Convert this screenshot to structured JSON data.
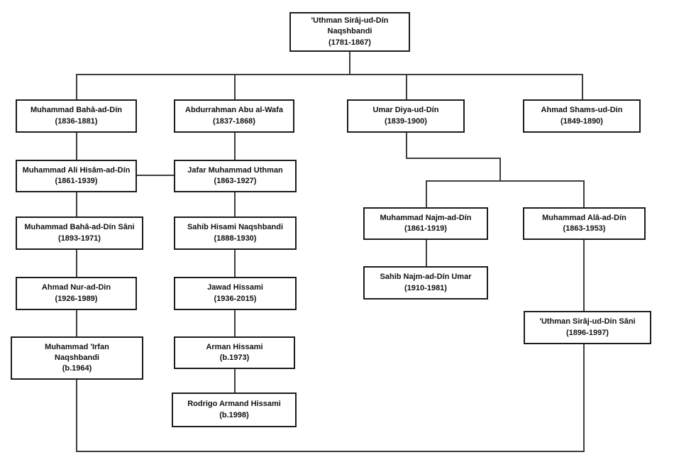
{
  "diagram": {
    "type": "family-tree",
    "background_color": "#ffffff",
    "box_border_color": "#1c1c1c",
    "line_color": "#3d3d3d",
    "text_color": "#111111",
    "nodes": {
      "uthman_siraj": {
        "name": "'Uthman Sirâj-ud-Dín Naqshbandi",
        "years": "(1781-1867)"
      },
      "baha_ad_din": {
        "name": "Muhammad Bahâ-ad-Dín",
        "years": "(1836-1881)"
      },
      "abdurrahman": {
        "name": "Abdurrahman Abu al-Wafa",
        "years": "(1837-1868)"
      },
      "umar_diya": {
        "name": "Umar Diya-ud-Dín",
        "years": "(1839-1900)"
      },
      "ahmad_shams": {
        "name": "Ahmad Shams-ud-Din",
        "years": "(1849-1890)"
      },
      "ali_hisam": {
        "name": "Muhammad Ali Hisâm-ad-Dín",
        "years": "(1861-1939)"
      },
      "jafar": {
        "name": "Jafar Muhammad Uthman",
        "years": "(1863-1927)"
      },
      "baha_sani": {
        "name": "Muhammad Bahâ-ad-Dín Sâni",
        "years": "(1893-1971)"
      },
      "sahib_hisami": {
        "name": "Sahib Hisami Naqshbandi",
        "years": "(1888-1930)"
      },
      "najm_ad_din": {
        "name": "Muhammad Najm-ad-Dín",
        "years": "(1861-1919)"
      },
      "ala_ad_din": {
        "name": "Muhammad Alâ-ad-Dín",
        "years": "(1863-1953)"
      },
      "ahmad_nur": {
        "name": "Ahmad Nur-ad-Din",
        "years": "(1926-1989)"
      },
      "jawad": {
        "name": "Jawad Hissami",
        "years": "(1936-2015)"
      },
      "sahib_najm": {
        "name": "Sahib Najm-ad-Dín Umar",
        "years": "(1910-1981)"
      },
      "irfan": {
        "name": "Muhammad 'Irfan Naqshbandi",
        "years": "(b.1964)"
      },
      "arman": {
        "name": "Arman Hissami",
        "years": "(b.1973)"
      },
      "uthman_sani": {
        "name": "'Uthman Sirâj-ud-Dín Sâni",
        "years": "(1896-1997)"
      },
      "rodrigo": {
        "name": "Rodrigo Armand Hissami",
        "years": "(b.1998)"
      }
    },
    "edges": [
      {
        "from": "uthman_siraj",
        "to": "baha_ad_din",
        "kind": "parent-child"
      },
      {
        "from": "uthman_siraj",
        "to": "abdurrahman",
        "kind": "parent-child"
      },
      {
        "from": "uthman_siraj",
        "to": "umar_diya",
        "kind": "parent-child"
      },
      {
        "from": "uthman_siraj",
        "to": "ahmad_shams",
        "kind": "parent-child"
      },
      {
        "from": "baha_ad_din",
        "to": "ali_hisam",
        "kind": "parent-child"
      },
      {
        "from": "abdurrahman",
        "to": "jafar",
        "kind": "parent-child"
      },
      {
        "from": "ali_hisam",
        "to": "jafar",
        "kind": "horizontal-link"
      },
      {
        "from": "ali_hisam",
        "to": "baha_sani",
        "kind": "parent-child"
      },
      {
        "from": "jafar",
        "to": "sahib_hisami",
        "kind": "parent-child"
      },
      {
        "from": "baha_sani",
        "to": "ahmad_nur",
        "kind": "parent-child"
      },
      {
        "from": "sahib_hisami",
        "to": "jawad",
        "kind": "parent-child"
      },
      {
        "from": "ahmad_nur",
        "to": "irfan",
        "kind": "parent-child"
      },
      {
        "from": "jawad",
        "to": "arman",
        "kind": "parent-child"
      },
      {
        "from": "arman",
        "to": "rodrigo",
        "kind": "parent-child"
      },
      {
        "from": "umar_diya",
        "to": "najm_ad_din",
        "kind": "parent-child"
      },
      {
        "from": "umar_diya",
        "to": "ala_ad_din",
        "kind": "parent-child"
      },
      {
        "from": "najm_ad_din",
        "to": "sahib_najm",
        "kind": "parent-child"
      },
      {
        "from": "ala_ad_din",
        "to": "uthman_sani",
        "kind": "parent-child"
      },
      {
        "from": "irfan",
        "to": "uthman_sani",
        "kind": "bottom-link"
      }
    ]
  }
}
